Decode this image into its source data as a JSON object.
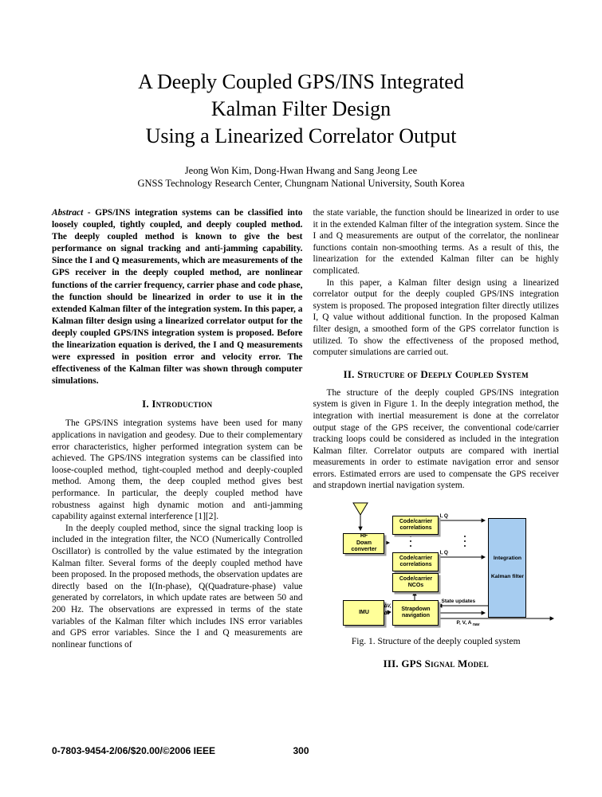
{
  "header": {
    "title_line1": "A Deeply Coupled GPS/INS Integrated",
    "title_line2": "Kalman Filter Design",
    "title_line3": "Using a Linearized Correlator Output",
    "authors": "Jeong Won Kim, Dong-Hwan Hwang and Sang Jeong Lee",
    "affiliation": "GNSS Technology Research Center, Chungnam National University, South Korea"
  },
  "abstract": {
    "lead": "Abstract",
    "body": " - GPS/INS integration systems can be classified into loosely coupled, tightly coupled, and deeply coupled method. The deeply coupled method is known to give the best performance on signal tracking and anti-jamming capability. Since the I and Q measurements, which are measurements of the GPS receiver in the deeply coupled method, are  nonlinear functions of the carrier frequency, carrier phase and code phase, the function should be linearized in order to use it in the extended Kalman filter of the integration system. In this paper, a Kalman filter design using a linearized correlator output for the deeply coupled GPS/INS integration system is proposed. Before the linearization equation is derived, the I and Q measurements were expressed in position error and velocity error. The effectiveness of the Kalman filter was shown through computer simulations."
  },
  "sections": {
    "intro_heading": "I. Introduction",
    "structure_heading": "II. Structure of Deeply Coupled System",
    "gps_heading": "III. GPS Signal Model"
  },
  "intro": {
    "p1": "The GPS/INS integration systems have been used for many applications in navigation and geodesy. Due to their complementary error characteristics, higher performed integration system can be achieved. The GPS/INS integration systems can be classified into loose-coupled method, tight-coupled method and deeply-coupled method. Among them, the deep coupled method gives best performance. In particular, the deeply coupled method have robustness against high dynamic motion and anti-jamming capability against external interference [1][2].",
    "p2": "In the deeply coupled method, since the signal tracking loop is included in the integration filter, the NCO (Numerically Controlled Oscillator) is controlled by the value estimated by the integration Kalman filter. Several forms of the deeply coupled method have been proposed. In the proposed methods, the observation updates are directly based on the I(In-phase), Q(Quadrature-phase) value generated by correlators, in which update rates are between 50 and 200 Hz. The observations are expressed in terms of the state variables of the Kalman filter which includes INS error variables and GPS error variables. Since the I and Q measurements are  nonlinear functions of"
  },
  "col2": {
    "p1": "the state variable, the function should be linearized in order to use it in the extended Kalman filter of the integration system. Since the I and Q measurements are output of the correlator, the nonlinear functions contain non-smoothing terms. As a result of this, the linearization for the extended Kalman filter can be highly complicated.",
    "p2": "In this paper, a Kalman filter design using a linearized correlator output for the deeply coupled GPS/INS integration system is proposed. The proposed integration filter directly utilizes I, Q value without additional function. In the proposed Kalman filter design, a smoothed form of the GPS correlator function is utilized. To show the effectiveness of the proposed method, computer simulations are carried out.",
    "p3": "The structure of the deeply coupled GPS/INS integration system is given in Figure 1. In the deeply integration method, the integration with inertial measurement is done at the correlator output stage of the GPS receiver, the conventional code/carrier tracking loops could be considered as included in the integration Kalman filter. Correlator outputs are compared with inertial measurements in order to estimate navigation error and sensor errors. Estimated errors are used to compensate the GPS receiver and strapdown inertial navigation system."
  },
  "figure": {
    "caption": "Fig. 1. Structure of the deeply coupled system",
    "boxes": {
      "rf": [
        "RF",
        "Down converter"
      ],
      "correlator1": [
        "Code/carrier",
        "correlations"
      ],
      "correlator2": [
        "Code/carrier",
        "correlations"
      ],
      "nco": [
        "Code/carrier",
        "NCOs"
      ],
      "imu": [
        "IMU"
      ],
      "strapdown": [
        "Strapdown",
        "navigation"
      ],
      "kalman": [
        "Integration",
        "Kalman filter"
      ]
    },
    "signals": {
      "iq_top": "I, Q",
      "iq_mid": "I, Q",
      "state_updates": "State updates",
      "pva": "P, V, A",
      "pva_sub": "nav",
      "delta_v": "ΔV,",
      "delta_theta": "Δθ"
    },
    "colors": {
      "box_fill_yellow": "#ffff99",
      "box_fill_blue": "#a6ccf0"
    }
  },
  "footer": {
    "copyright": "0-7803-9454-2/06/$20.00/©2006 IEEE",
    "page_number": "300"
  }
}
